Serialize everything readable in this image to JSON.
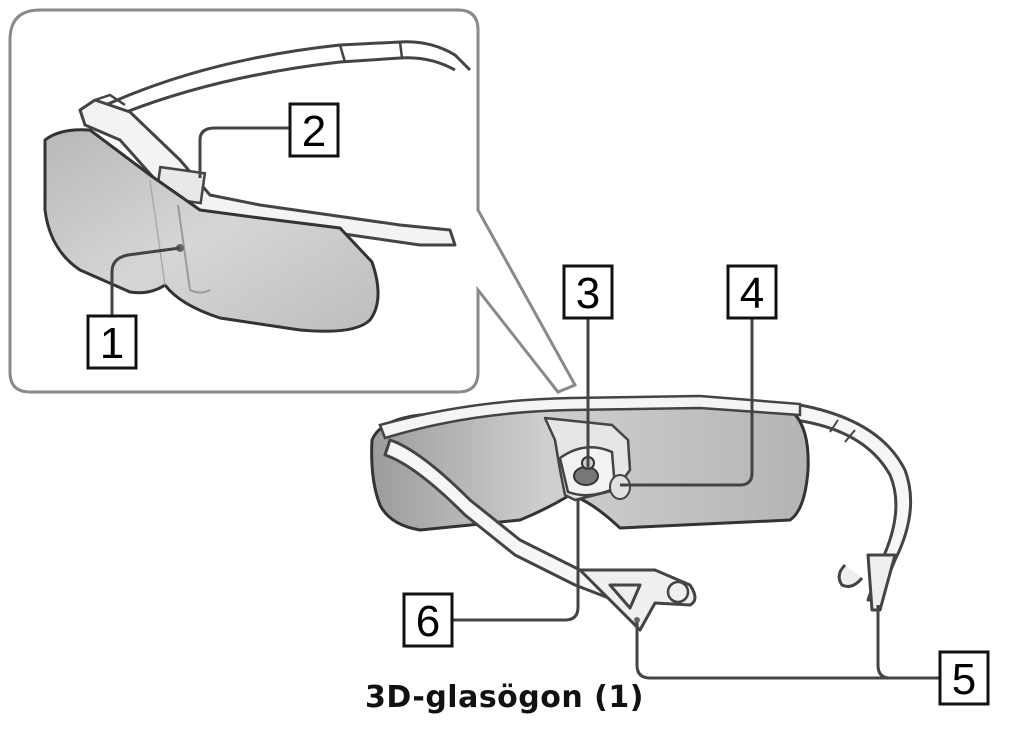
{
  "caption": "3D-glasögon (1)",
  "callouts": {
    "c1": "1",
    "c2": "2",
    "c3": "3",
    "c4": "4",
    "c5": "5",
    "c6": "6"
  },
  "colors": {
    "line": "#444444",
    "lens_fill": "#c9c9c9",
    "lens_dark": "#a8a8a8",
    "frame": "#eeeeee",
    "inset_border": "#8a8a8a"
  }
}
